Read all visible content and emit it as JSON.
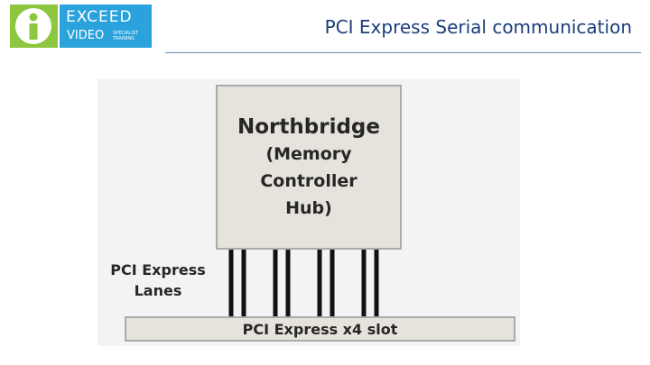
{
  "header": {
    "logo": {
      "word1": "EXCEED",
      "word2": "VIDEO",
      "tagline": "SPECIALIST TRAINING",
      "icon": "person-info-icon",
      "colors": {
        "green": "#8dc63f",
        "blue": "#2aa2dc"
      }
    },
    "title": "PCI Express Serial communication",
    "title_color": "#1b3d7a"
  },
  "diagram": {
    "northbridge": {
      "title": "Northbridge",
      "subtitle": "(Memory\nController\nHub)"
    },
    "lanes_label": "PCI Express\nLanes",
    "lane_count": 8,
    "slot_label": "PCI Express x4 slot",
    "colors": {
      "box_fill": "#e6e3dc",
      "box_border": "#aaaaaa",
      "lane": "#111111",
      "background": "#f3f3f3"
    }
  }
}
